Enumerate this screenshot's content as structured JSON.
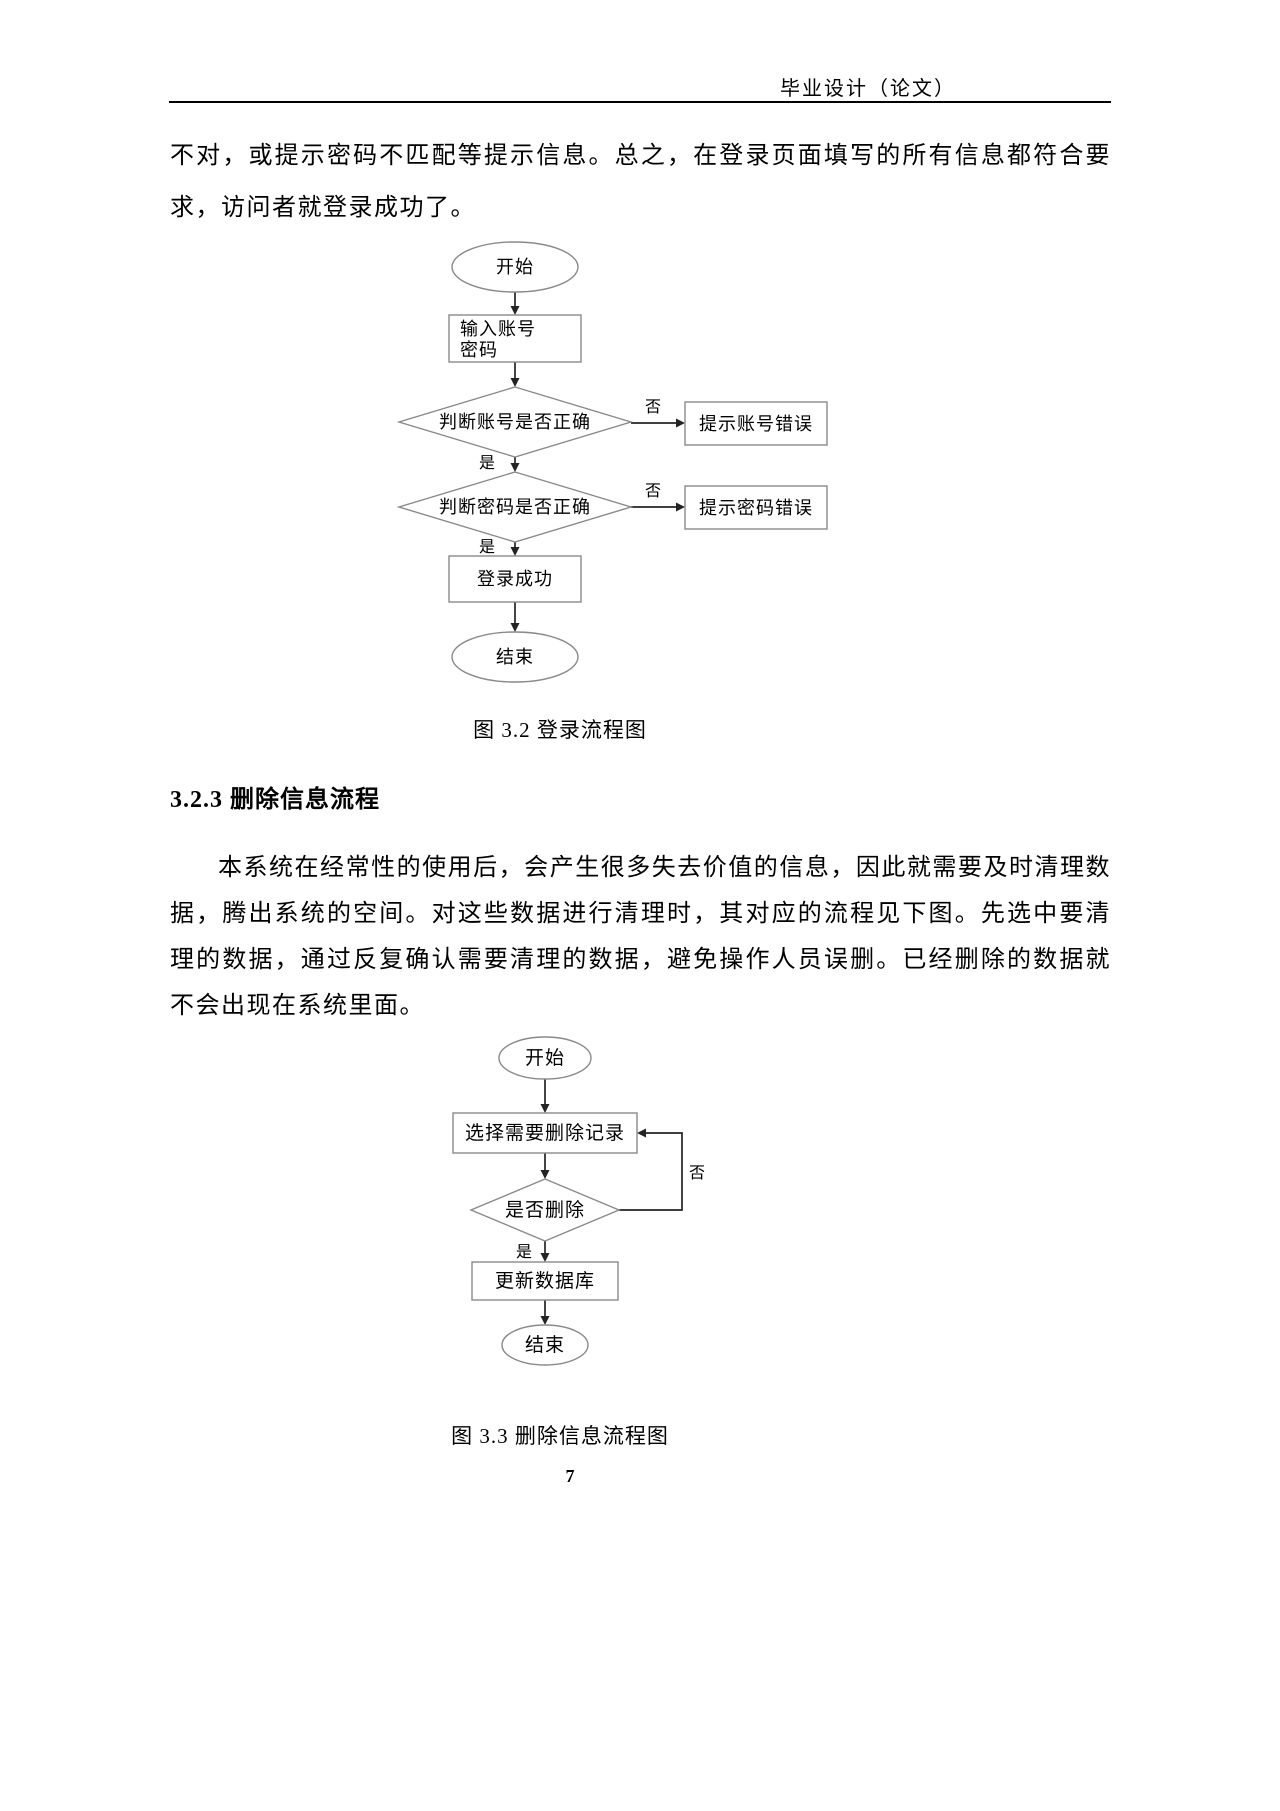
{
  "header": {
    "title": "毕业设计（论文）"
  },
  "body": {
    "paragraph1": "不对，或提示密码不匹配等提示信息。总之，在登录页面填写的所有信息都符合要求，访问者就登录成功了。",
    "section_heading": "3.2.3 删除信息流程",
    "paragraph2": "本系统在经常性的使用后，会产生很多失去价值的信息，因此就需要及时清理数据，腾出系统的空间。对这些数据进行清理时，其对应的流程见下图。先选中要清理的数据，通过反复确认需要清理的数据，避免操作人员误删。已经删除的数据就不会出现在系统里面。",
    "page_number": "7"
  },
  "flowchart_login": {
    "caption": "图 3.2  登录流程图",
    "nodes": {
      "start": "开始",
      "input_line1": "输入账号",
      "input_line2": "密码",
      "check_account": "判断账号是否正确",
      "error_account": "提示账号错误",
      "check_password": "判断密码是否正确",
      "error_password": "提示密码错误",
      "success": "登录成功",
      "end": "结束"
    },
    "labels": {
      "yes": "是",
      "no": "否"
    }
  },
  "flowchart_delete": {
    "caption": "图 3.3  删除信息流程图",
    "nodes": {
      "start": "开始",
      "select": "选择需要删除记录",
      "confirm": "是否删除",
      "update": "更新数据库",
      "end": "结束"
    },
    "labels": {
      "yes": "是",
      "no": "否"
    }
  }
}
